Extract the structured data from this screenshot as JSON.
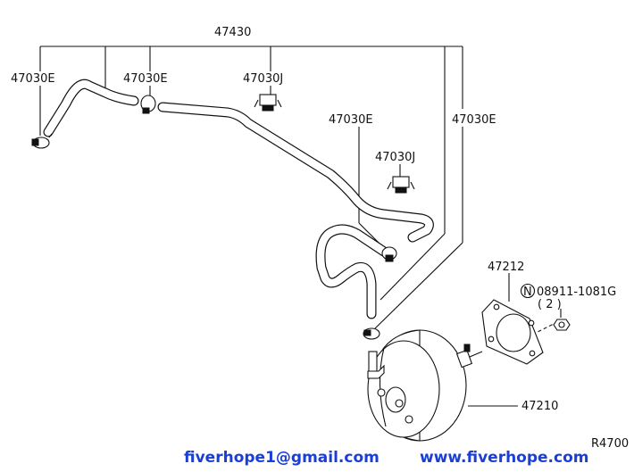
{
  "diagram": {
    "labels": {
      "hose_assembly": "47430",
      "clamp_left": "47030E",
      "clamp_upper": "47030E",
      "connector_upper": "47030J",
      "clamp_middle": "47030E",
      "connector_middle": "47030J",
      "clamp_right": "47030E",
      "gasket": "47212",
      "nut_marker": "N",
      "nut": "08911-1081G",
      "nut_qty": "( 2 )",
      "booster": "47210",
      "reference_code": "R4700"
    },
    "footer": {
      "email": "fiverhope1@gmail.com",
      "website": "www.fiverhope.com"
    }
  }
}
